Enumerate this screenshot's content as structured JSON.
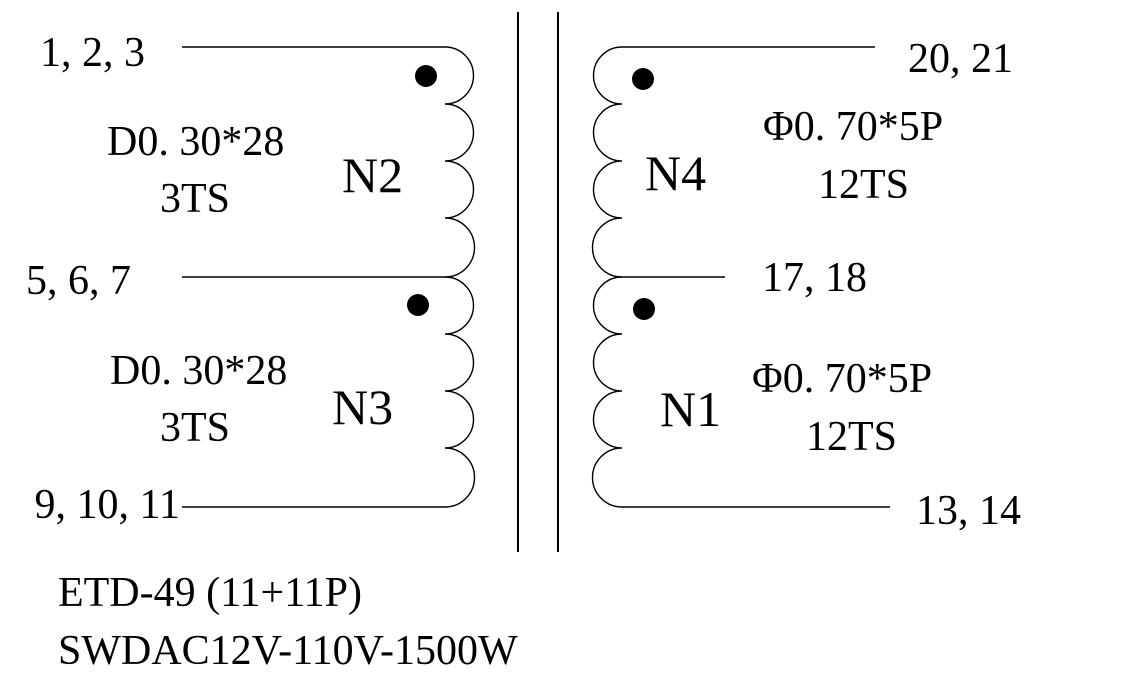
{
  "primary_left": {
    "upper_pins": "1, 2, 3",
    "middle_pins": "5, 6, 7",
    "lower_pins": "9, 10, 11",
    "upper_winding": {
      "name": "N2",
      "wire": "D0. 30*28",
      "turns": "3TS"
    },
    "lower_winding": {
      "name": "N3",
      "wire": "D0. 30*28",
      "turns": "3TS"
    }
  },
  "secondary_right": {
    "upper_pins": "20, 21",
    "middle_pins": "17, 18",
    "lower_pins": "13, 14",
    "upper_winding": {
      "name": "N4",
      "wire": "Φ0. 70*5P",
      "turns": "12TS"
    },
    "lower_winding": {
      "name": "N1",
      "wire": "Φ0. 70*5P",
      "turns": "12TS"
    }
  },
  "footer": {
    "core": "ETD-49 (11+11P)",
    "spec": "SWDAC12V-110V-1500W"
  }
}
